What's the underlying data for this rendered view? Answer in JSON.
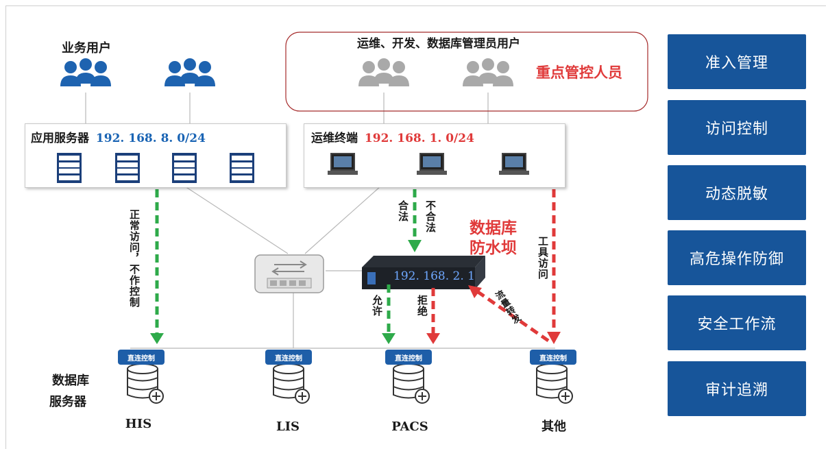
{
  "top": {
    "business_users_label": "业务用户",
    "ops_users_label": "运维、开发、数据库管理员用户",
    "key_personnel_label": "重点管控人员"
  },
  "app_server": {
    "label": "应用服务器",
    "ip": "192. 168. 8. 0/24"
  },
  "ops_terminal": {
    "label": "运维终端",
    "ip": "192. 168. 1. 0/24"
  },
  "firewall": {
    "title_line1": "数据库",
    "title_line2": "防水坝",
    "ip": "192. 168. 2. 1"
  },
  "paths": {
    "normal_access": "正常访问，不作控制",
    "legal": "合法",
    "illegal": "不合法",
    "tool_access": "工具访问",
    "allow": "允许",
    "deny": "拒绝",
    "traffic_forward": "流量转发"
  },
  "db_section_label_line1": "数据库",
  "db_section_label_line2": "服务器",
  "databases": [
    {
      "tag": "直连控制",
      "name": "HIS"
    },
    {
      "tag": "直连控制",
      "name": "LIS"
    },
    {
      "tag": "直连控制",
      "name": "PACS"
    },
    {
      "tag": "直连控制",
      "name": "其他"
    }
  ],
  "sidebar": {
    "items": [
      {
        "label": "准入管理"
      },
      {
        "label": "访问控制"
      },
      {
        "label": "动态脱敏"
      },
      {
        "label": "高危操作防御"
      },
      {
        "label": "安全工作流"
      },
      {
        "label": "审计追溯"
      }
    ]
  },
  "colors": {
    "blue": "#17559a",
    "green": "#2eaa4a",
    "red": "#e03a3a",
    "gray_user": "#a9a9a9",
    "user_blue": "#1e63b0"
  }
}
